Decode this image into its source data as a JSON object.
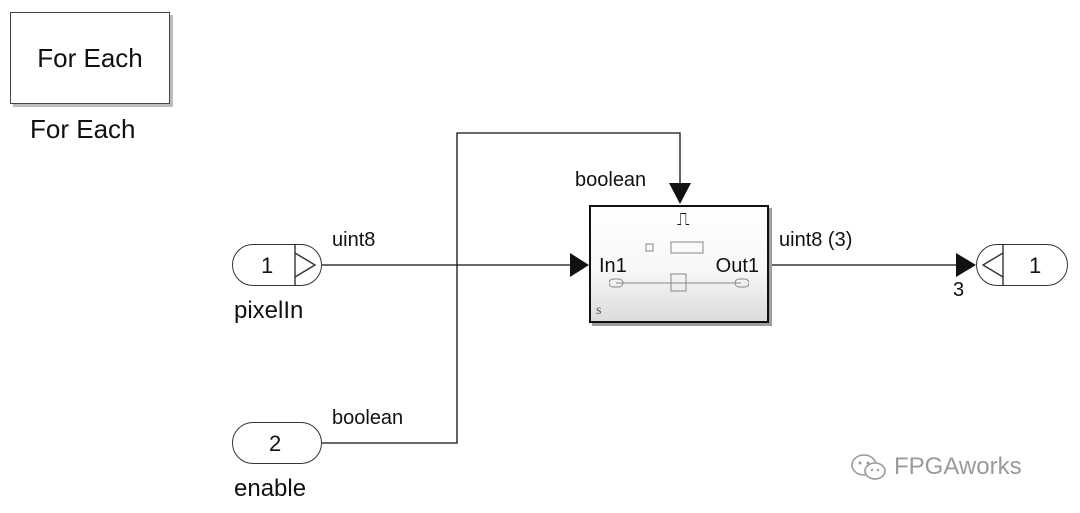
{
  "foreach_block": {
    "text": "For Each",
    "caption": "For Each"
  },
  "subsystem": {
    "in_label": "In1",
    "out_label": "Out1",
    "corner_mark": "s",
    "enable_symbol": "⎍"
  },
  "inports": [
    {
      "number": "1",
      "name": "pixelIn",
      "signal_type": "uint8"
    },
    {
      "number": "2",
      "name": "enable",
      "signal_type": "boolean"
    }
  ],
  "enable_line_label": "boolean",
  "output_signal_label": "uint8 (3)",
  "output_width": "3",
  "outport": {
    "number": "1"
  },
  "watermark": {
    "icon": "wechat-icon",
    "text": "FPGAworks"
  }
}
